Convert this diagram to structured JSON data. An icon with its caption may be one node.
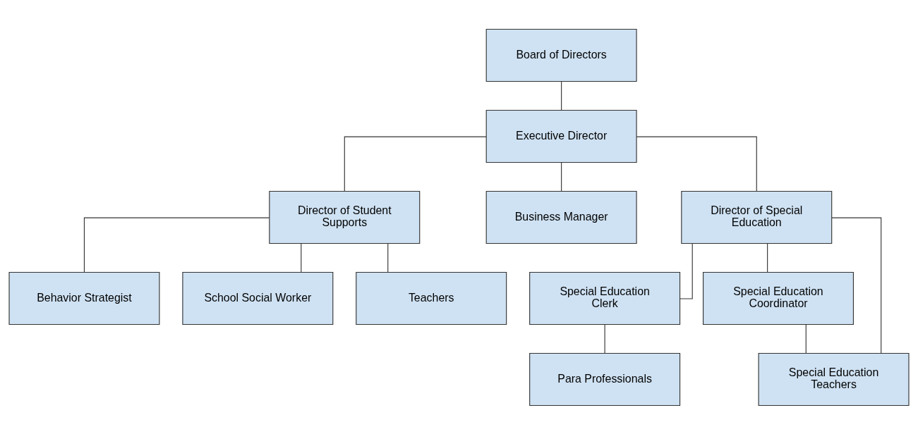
{
  "diagram": {
    "nodes": [
      {
        "text": [
          "Board of Directors"
        ]
      },
      {
        "text": [
          "Executive Director"
        ]
      },
      {
        "text": [
          "Director of Student Supports"
        ]
      },
      {
        "text": [
          "Business Manager"
        ]
      },
      {
        "text": [
          "Director of Special Education"
        ]
      },
      {
        "text": [
          "Behavior Strategist"
        ]
      },
      {
        "text": [
          "School Social Worker"
        ]
      },
      {
        "text": [
          "Special Education Clerk"
        ]
      },
      {
        "text": [
          "Special Education Coordinator"
        ]
      },
      {
        "text": [
          "Teachers"
        ]
      },
      {
        "text": [
          "Para Professionals"
        ]
      },
      {
        "text": [
          "Special Education Teachers"
        ]
      }
    ],
    "edges": [
      {
        "from": 0,
        "to": 1,
        "arrow": "none"
      },
      {
        "from": 1,
        "to": 2,
        "arrow": "none"
      },
      {
        "from": 1,
        "to": 3,
        "arrow": "none"
      },
      {
        "from": 1,
        "to": 4,
        "arrow": "none"
      },
      {
        "from": 2,
        "to": 5,
        "arrow": "none"
      },
      {
        "from": 2,
        "to": 6,
        "arrow": "none"
      },
      {
        "from": 4,
        "to": 7,
        "arrow": "none"
      },
      {
        "from": 4,
        "to": 8,
        "arrow": "none"
      },
      {
        "from": 2,
        "to": 9,
        "arrow": "none"
      },
      {
        "from": 7,
        "to": 10,
        "arrow": "none"
      },
      {
        "from": 4,
        "to": 11,
        "arrow": "none"
      },
      {
        "from": 8,
        "to": 11,
        "arrow": "none"
      }
    ]
  }
}
